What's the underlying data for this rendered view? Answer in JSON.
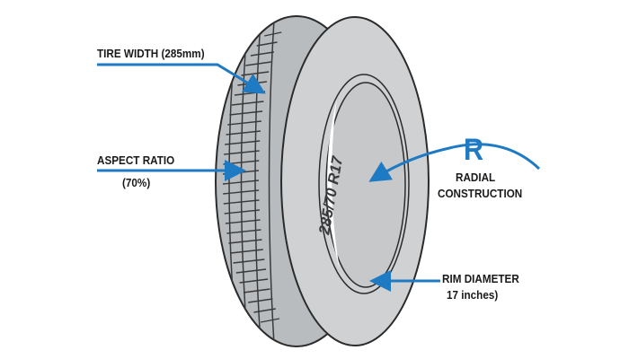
{
  "labels": {
    "tire_width": "TIRE WIDTH (285mm)",
    "aspect_ratio": "ASPECT RATIO",
    "aspect_ratio_value": "(70%)",
    "radial_letter": "R",
    "radial_line1": "RADIAL",
    "radial_line2": "CONSTRUCTION",
    "rim_diameter": "RIM DIAMETER",
    "rim_diameter_value": "17 inches)"
  },
  "sidewall_text": "285/70 R17",
  "colors": {
    "accent": "#1f7ac4",
    "tire": "#c9cbcd",
    "outline": "#2b2b2b"
  }
}
